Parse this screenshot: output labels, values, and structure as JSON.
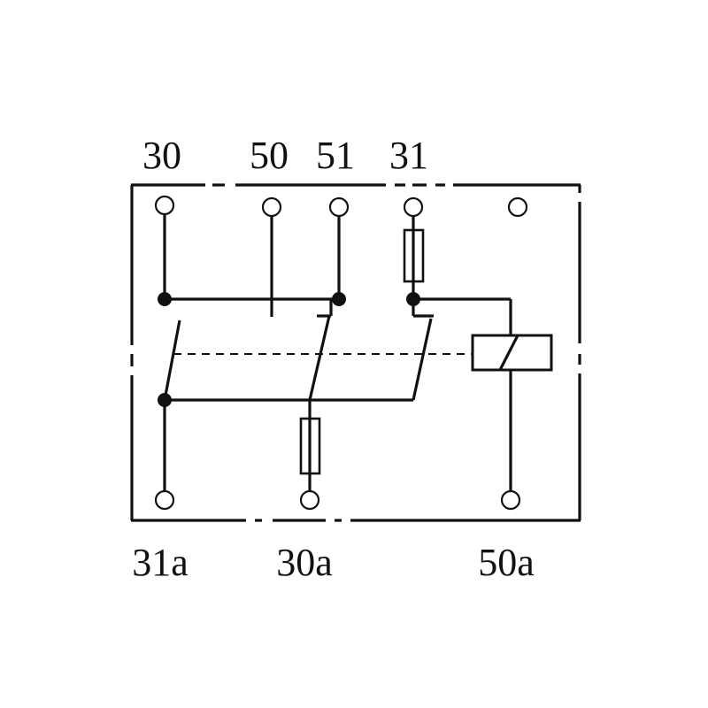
{
  "diagram": {
    "top_terminals": [
      "30",
      "50",
      "51",
      "31"
    ],
    "bottom_terminals": [
      "31a",
      "30a",
      "50a"
    ]
  },
  "colors": {
    "line": "#111111",
    "background": "#ffffff"
  }
}
